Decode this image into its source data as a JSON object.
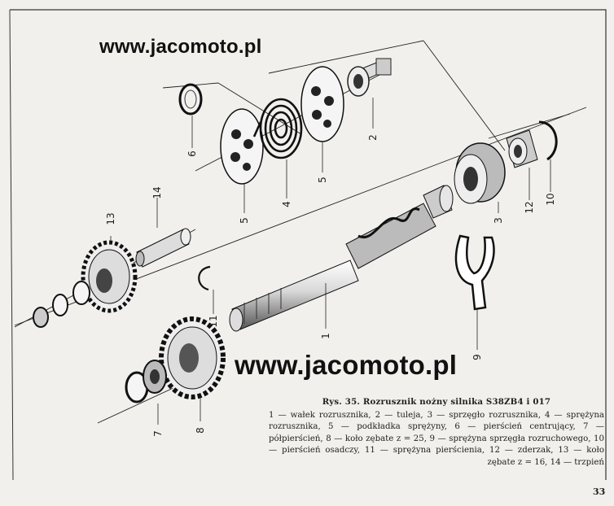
{
  "watermark_top": "www.jacomoto.pl",
  "watermark_mid": "www.jacomoto.pl",
  "caption": {
    "title": "Rys. 35. Rozrusznik nożny silnika S38ZB4 i 017",
    "legend": "1 — wałek rozrusznika, 2 — tuleja, 3 — sprzęgło rozrusznika, 4 — sprężyna rozrusznika, 5 — podkładka sprężyny, 6 — pierścień centrujący, 7 — półpierścień, 8 — koło zębate z = 25, 9 — sprężyna sprzęgła rozruchowego, 10 — pierścień osadczy, 11 — sprężyna pierścienia, 12 — zderzak, 13 — koło zębate z = 16, 14 — trzpień"
  },
  "labels": {
    "n1": "1",
    "n2": "2",
    "n3": "3",
    "n4": "4",
    "n5a": "5",
    "n5b": "5",
    "n6": "6",
    "n7": "7",
    "n8": "8",
    "n9": "9",
    "n10": "10",
    "n11": "11",
    "n12": "12",
    "n13": "13",
    "n14": "14"
  },
  "page_number": "33"
}
